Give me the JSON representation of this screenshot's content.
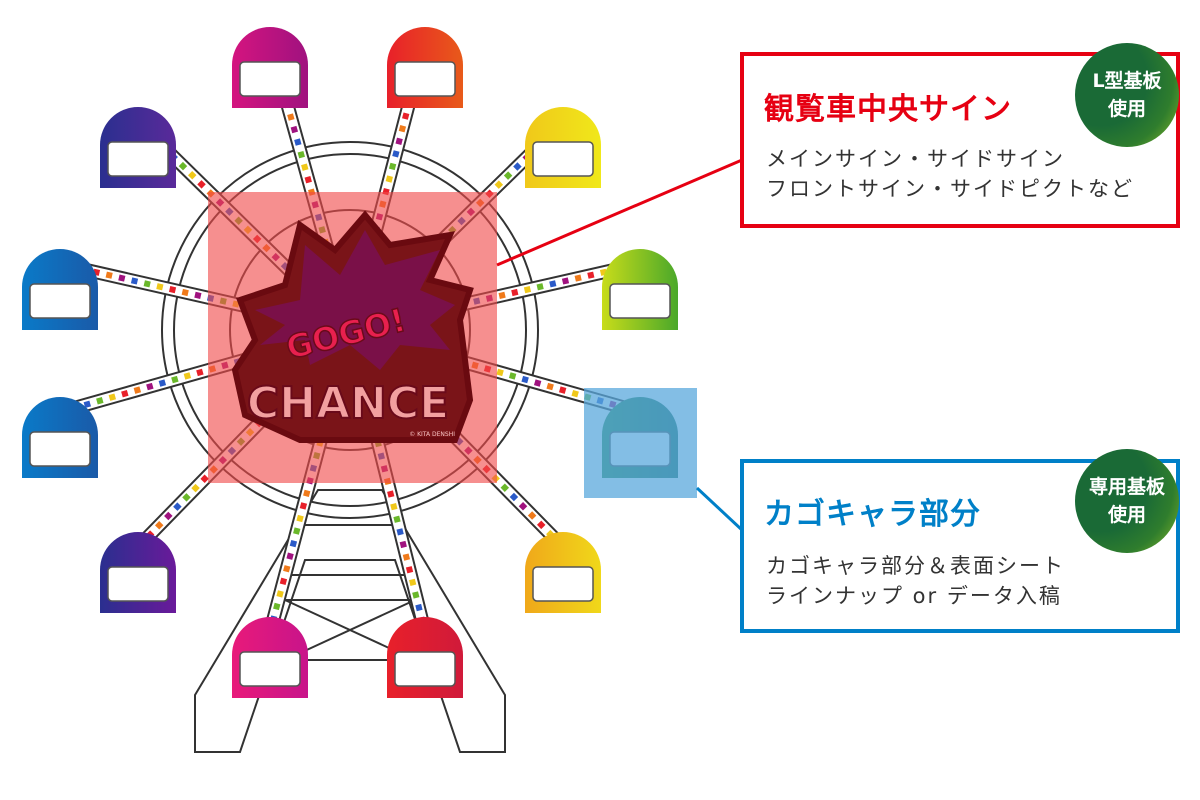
{
  "center_sign": {
    "text_top": "GOGO!",
    "text_bottom": "CHANCE",
    "copyright": "© KITA DENSHI"
  },
  "callouts": [
    {
      "title": "観覧車中央サイン",
      "lines": [
        "メインサイン・サイドサイン",
        "フロントサイン・サイドピクトなど"
      ],
      "badge": [
        "L型基板",
        "使用"
      ],
      "color": "#e60012"
    },
    {
      "title": "カゴキャラ部分",
      "lines": [
        "カゴキャラ部分＆表面シート",
        "ラインナップ or データ入稿"
      ],
      "badge": [
        "専用基板",
        "使用"
      ],
      "color": "#0080c8"
    }
  ],
  "gondola_colors": [
    [
      "#d4147f",
      "#a0127f"
    ],
    [
      "#e8202a",
      "#e85a1a"
    ],
    [
      "#2a2f8f",
      "#5a2a9a"
    ],
    [
      "#f0c81a",
      "#f0e81a"
    ],
    [
      "#0a7ac8",
      "#1a5aa8"
    ],
    [
      "#c8dc1a",
      "#4aa82a"
    ],
    [
      "#0a7ac8",
      "#1a5aa8"
    ],
    [
      "#2a8a4a",
      "#1a6a5a"
    ],
    [
      "#2a2f8f",
      "#6a1a9a"
    ],
    [
      "#f0a81a",
      "#f0d81a"
    ],
    [
      "#e81a7a",
      "#c8148a"
    ],
    [
      "#e8202a",
      "#d01a3a"
    ]
  ]
}
